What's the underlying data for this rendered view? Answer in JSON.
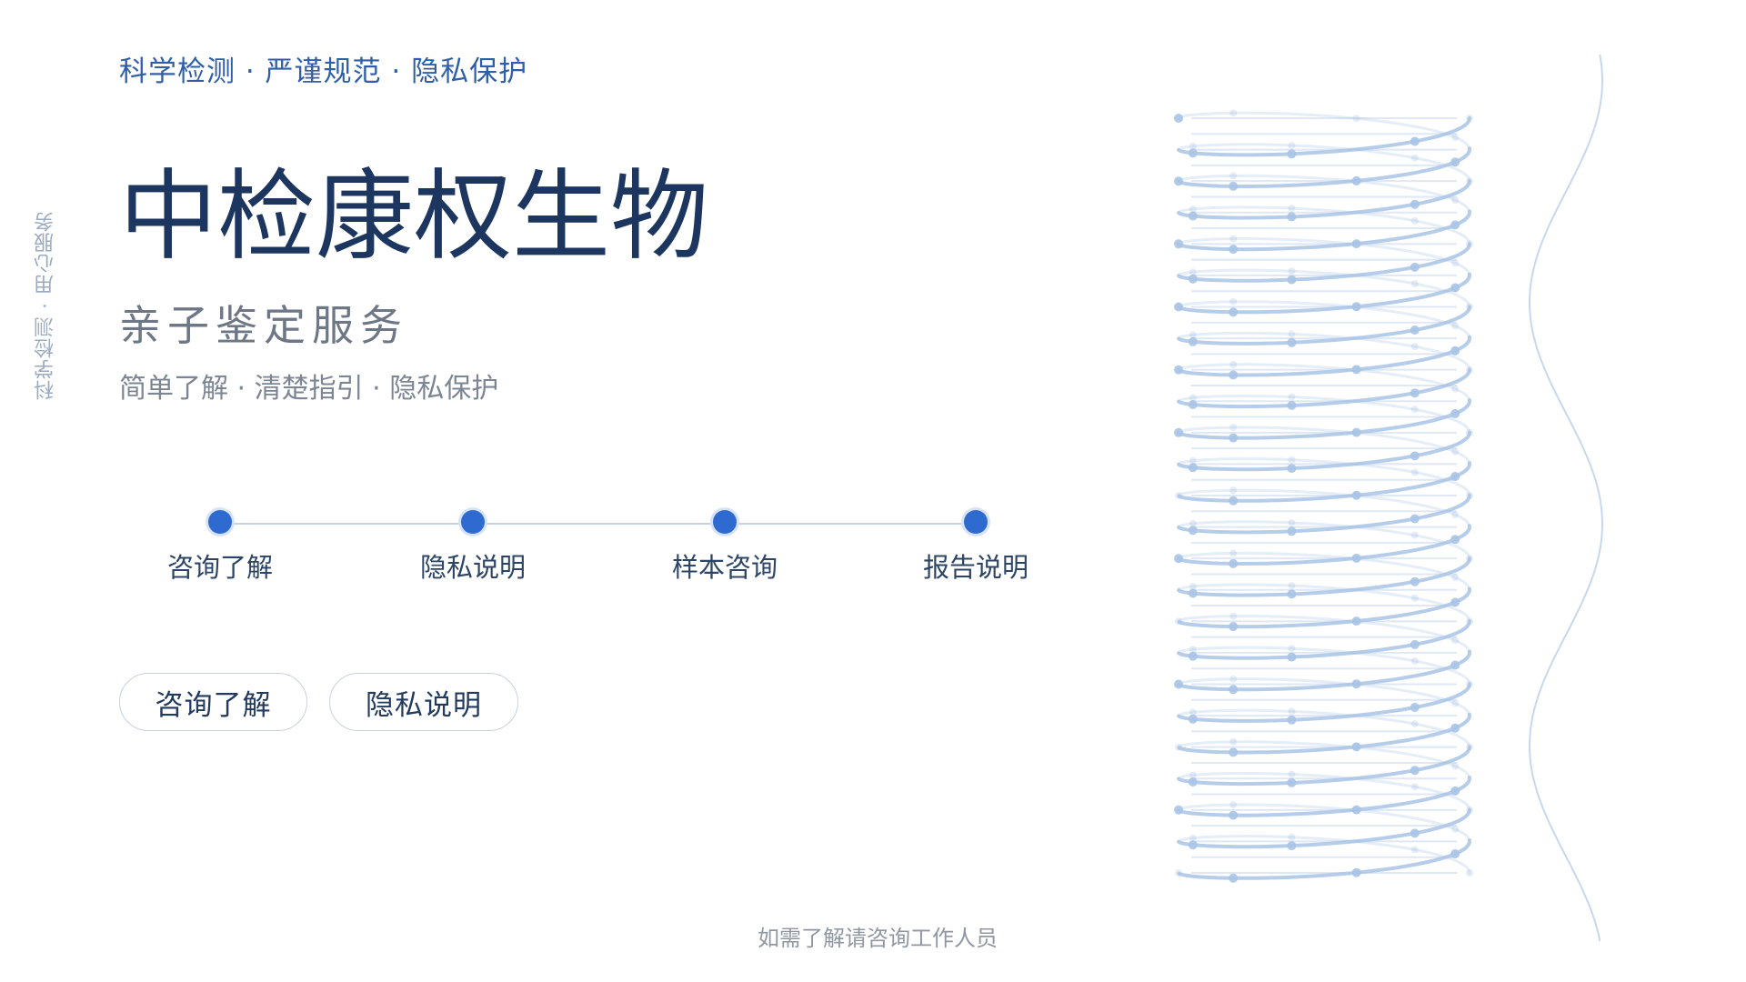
{
  "header": {
    "tagline": "科学检测 · 严谨规范 · 隐私保护"
  },
  "side": {
    "vertical_tagline": "科学检测 · 用心服务"
  },
  "hero": {
    "brand": "中检康权生物",
    "service": "亲子鉴定服务",
    "subtitle": "简单了解 · 清楚指引 · 隐私保护"
  },
  "steps": [
    {
      "label": "咨询了解"
    },
    {
      "label": "隐私说明"
    },
    {
      "label": "样本咨询"
    },
    {
      "label": "报告说明"
    }
  ],
  "buttons": {
    "consult_label": "咨询了解",
    "privacy_label": "隐私说明"
  },
  "footer": {
    "note": "如需了解请咨询工作人员"
  },
  "colors": {
    "accent": "#2f6ad0",
    "brand_text": "#1c3660",
    "tagline": "#2f5fa8",
    "helix": "#a9c4e6"
  },
  "decoration": {
    "helix_icon": "dna-helix-icon",
    "wave_icon": "wave-line-icon"
  }
}
